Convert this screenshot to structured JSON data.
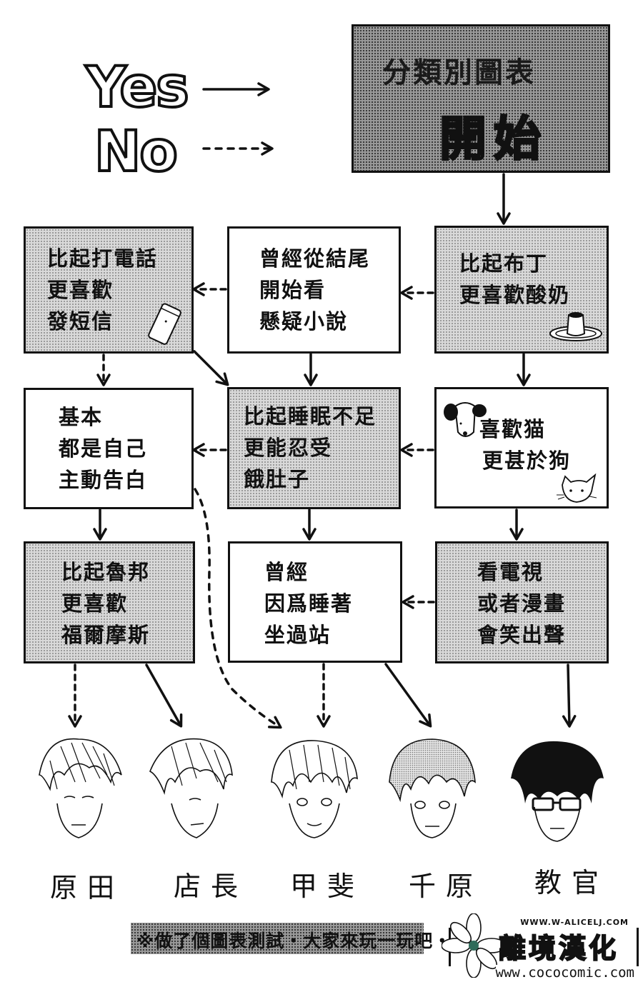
{
  "legend": {
    "yes_label": "Yes",
    "no_label": "No"
  },
  "start_box": {
    "subtitle": "分類別圖表",
    "title": "開始"
  },
  "questions": [
    {
      "id": "q1",
      "lines": [
        "比起布丁",
        "更喜歡酸奶"
      ],
      "decoration": "pudding-icon",
      "style": "dotted"
    },
    {
      "id": "q2",
      "lines": [
        "曾經從結尾",
        "開始看",
        "懸疑小說"
      ],
      "style": "white"
    },
    {
      "id": "q3",
      "lines": [
        "比起打電話",
        "更喜歡",
        "發短信"
      ],
      "decoration": "phone-icon",
      "style": "dotted"
    },
    {
      "id": "q4",
      "lines": [
        "喜歡猫",
        "更甚於狗"
      ],
      "decoration": "dog-and-cat-icons",
      "style": "white"
    },
    {
      "id": "q5",
      "lines": [
        "比起睡眠不足",
        "更能忍受",
        "餓肚子"
      ],
      "style": "dotted"
    },
    {
      "id": "q6",
      "lines": [
        "基本",
        "都是自己",
        "主動告白"
      ],
      "style": "white"
    },
    {
      "id": "q7",
      "lines": [
        "看電視",
        "或者漫畫",
        "會笑出聲"
      ],
      "style": "dotted"
    },
    {
      "id": "q8",
      "lines": [
        "曾經",
        "因爲睡著",
        "坐過站"
      ],
      "style": "white"
    },
    {
      "id": "q9",
      "lines": [
        "比起魯邦",
        "更喜歡",
        "福爾摩斯"
      ],
      "style": "dotted"
    }
  ],
  "results": [
    {
      "name": "原田"
    },
    {
      "name": "店長"
    },
    {
      "name": "甲斐"
    },
    {
      "name": "千原"
    },
    {
      "name": "教官"
    }
  ],
  "footer": {
    "text": "※做了個圖表測試・大家來玩一玩吧・"
  },
  "credit": {
    "url_top": "WWW.W-ALICELJ.COM",
    "group": "離境漢化",
    "url_bottom": "www.cococomic.com"
  }
}
